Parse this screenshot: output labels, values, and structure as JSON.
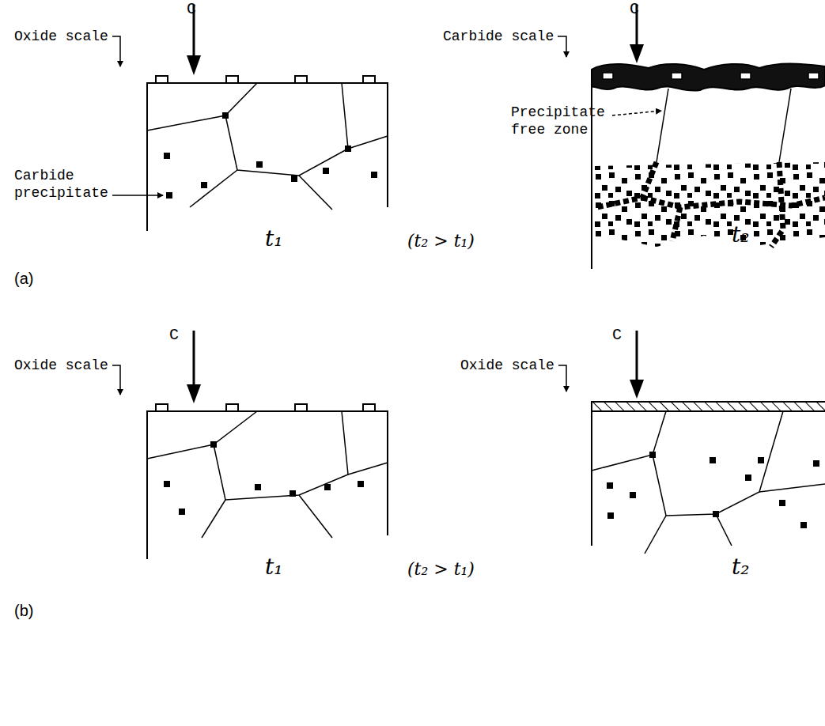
{
  "diagram": {
    "labels": [
      "C",
      "C",
      "Oxide scale",
      "Carbide precipitate",
      "Carbide scale",
      "Precipitate free zone",
      "t₁",
      "(t₂ > t₁)",
      "t₂",
      "(a)",
      "C",
      "C",
      "Oxide scale",
      "Oxide scale",
      "t₁",
      "(t₂ > t₁)",
      "t₂",
      "(b)"
    ]
  }
}
